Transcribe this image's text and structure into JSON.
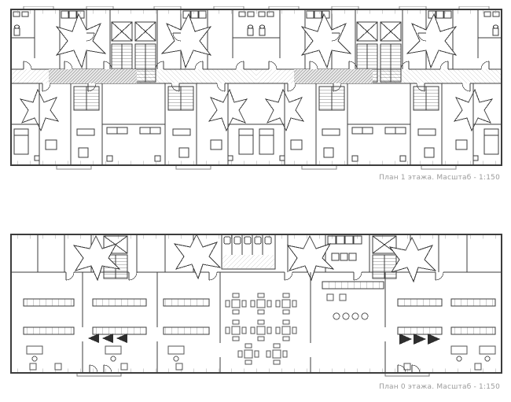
{
  "sheet": {
    "background": "#ffffff",
    "line_color": "#3c3c3c",
    "hatch_color": "#b9b9b9",
    "caption_color": "#9b9b9b"
  },
  "figures": [
    {
      "id": "floor-1",
      "caption": "План 1 этажа. Масштаб - 1:150"
    },
    {
      "id": "floor-0",
      "caption": "План 0 этажа. Масштаб - 1:150"
    }
  ]
}
